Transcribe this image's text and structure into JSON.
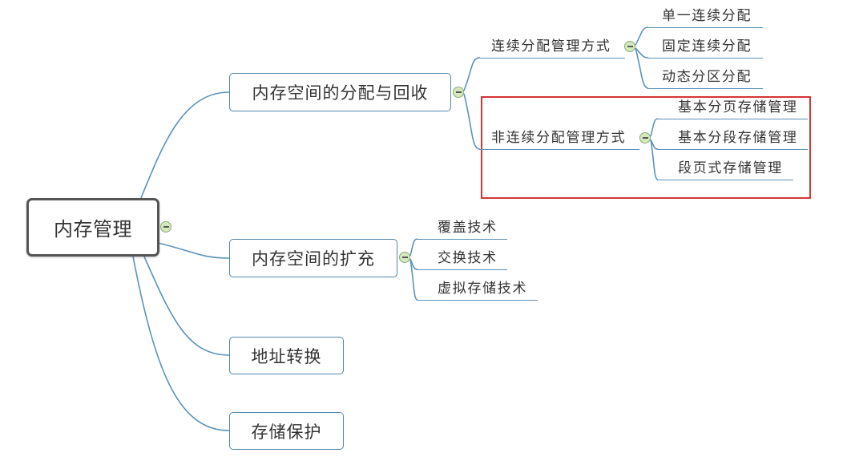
{
  "root": {
    "label": "内存管理"
  },
  "branches": [
    {
      "label": "内存空间的分配与回收",
      "children": [
        {
          "label": "连续分配管理方式",
          "children": [
            {
              "label": "单一连续分配"
            },
            {
              "label": "固定连续分配"
            },
            {
              "label": "动态分区分配"
            }
          ]
        },
        {
          "label": "非连续分配管理方式",
          "highlighted": true,
          "children": [
            {
              "label": "基本分页存储管理"
            },
            {
              "label": "基本分段存储管理"
            },
            {
              "label": "段页式存储管理"
            }
          ]
        }
      ]
    },
    {
      "label": "内存空间的扩充",
      "children": [
        {
          "label": "覆盖技术"
        },
        {
          "label": "交换技术"
        },
        {
          "label": "虚拟存储技术"
        }
      ]
    },
    {
      "label": "地址转换"
    },
    {
      "label": "存储保护"
    }
  ],
  "icons": {
    "collapse_toggle": "minus-circle-icon"
  },
  "colors": {
    "connector": "#5b93b9",
    "topic_border": "#4f88b0",
    "root_border": "#555555",
    "highlight_border": "#d11f1f",
    "toggle_fill": "#d4eabb",
    "toggle_border": "#8aa97a",
    "text": "#333333"
  }
}
